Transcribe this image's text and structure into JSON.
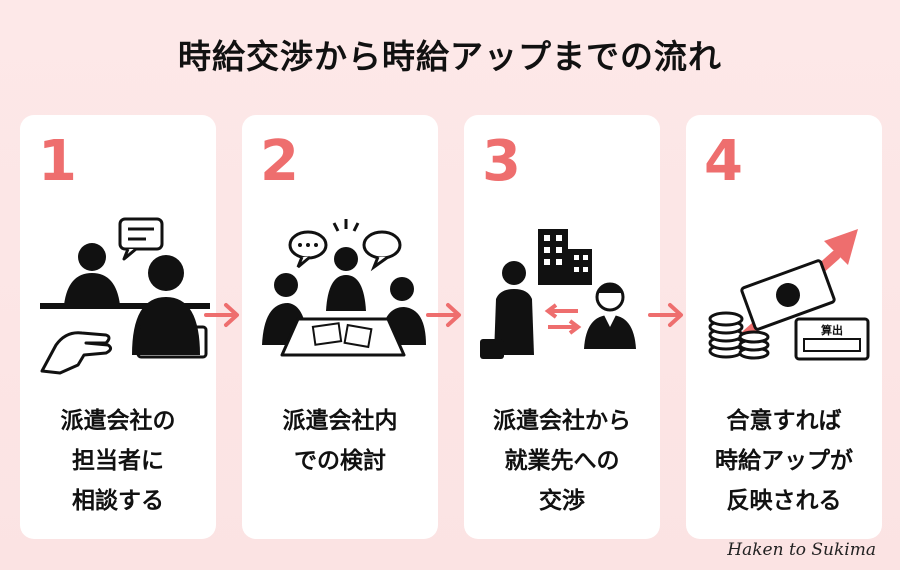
{
  "title": "時給交渉から時給アップまでの流れ",
  "steps": [
    {
      "number": "1",
      "lines": [
        "派遣会社の",
        "担当者に",
        "相談する"
      ]
    },
    {
      "number": "2",
      "lines": [
        "派遣会社内",
        "での検討"
      ]
    },
    {
      "number": "3",
      "lines": [
        "派遣会社から",
        "就業先への",
        "交渉"
      ]
    },
    {
      "number": "4",
      "lines": [
        "合意すれば",
        "時給アップが",
        "反映される"
      ]
    }
  ],
  "illustration_labels": {
    "calculation": "算出"
  },
  "signature": "Haken to Sukima",
  "colors": {
    "accent": "#ee6e6e",
    "card": "#ffffff",
    "background": "#fde8e8"
  }
}
